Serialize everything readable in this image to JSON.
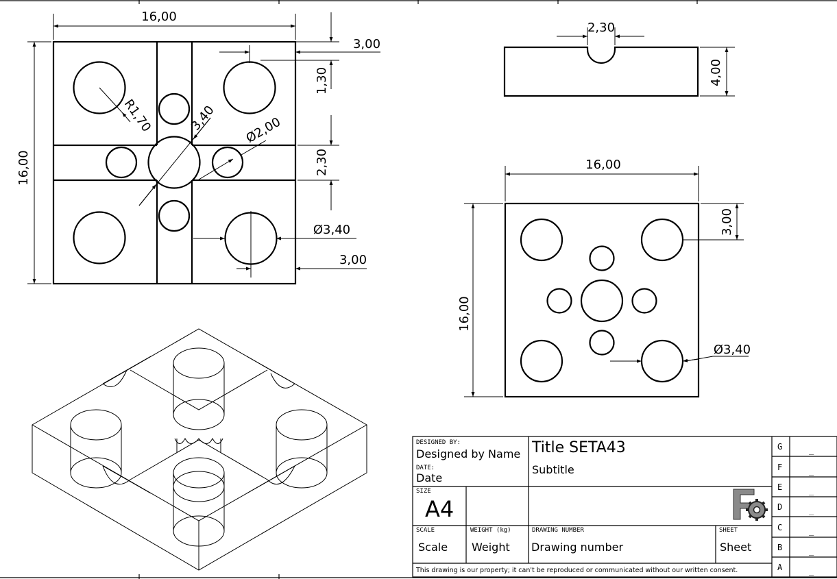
{
  "dimensions": {
    "top_width": "16,00",
    "top_height": "16,00",
    "slot_offset": "3,00",
    "slot_depth": "1,30",
    "radius": "R1,70",
    "center_dia_label": "3,40",
    "small_dia": "Ø2,00",
    "slot_width": "2,30",
    "corner_dia": "Ø3,40",
    "corner_offset": "3,00",
    "side_slot": "2,30",
    "side_thickness": "4,00",
    "bottom_width": "16,00",
    "bottom_height": "16,00",
    "bottom_offset": "3,00",
    "bottom_dia": "Ø3,40"
  },
  "title_block": {
    "designed_by_label": "DESIGNED BY:",
    "designed_by_value": "Designed by Name",
    "date_label": "DATE:",
    "date_value": "Date",
    "size_label": "SIZE",
    "size_value": "A4",
    "title": "Title  SETA43",
    "subtitle": "Subtitle",
    "scale_label": "SCALE",
    "scale_value": "Scale",
    "weight_label": "WEIGHT (kg)",
    "weight_value": "Weight",
    "drawing_number_label": "DRAWING NUMBER",
    "drawing_number_value": "Drawing number",
    "sheet_label": "SHEET",
    "sheet_value": "Sheet",
    "disclaimer": "This drawing is our property; it can't be reproduced or communicated without our written consent.",
    "revisions": [
      {
        "letter": "G",
        "value": "_"
      },
      {
        "letter": "F",
        "value": "_"
      },
      {
        "letter": "E",
        "value": "_"
      },
      {
        "letter": "D",
        "value": "_"
      },
      {
        "letter": "C",
        "value": "_"
      },
      {
        "letter": "B",
        "value": "_"
      },
      {
        "letter": "A",
        "value": "_"
      }
    ]
  }
}
